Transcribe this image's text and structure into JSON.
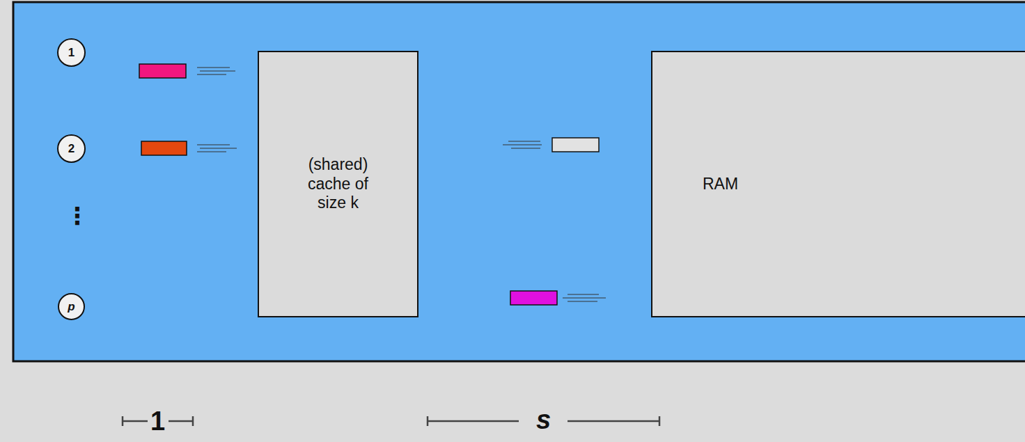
{
  "diagram": {
    "nodes": [
      {
        "text": [
          "1"
        ]
      },
      {
        "text": [
          "2"
        ]
      },
      {
        "text": [
          "p"
        ]
      },
      {
        "text": [
          "(shared) cache of size k"
        ]
      },
      {
        "text": [
          "RAM"
        ]
      }
    ],
    "labels": [
      "⋮",
      "1",
      "s"
    ]
  }
}
